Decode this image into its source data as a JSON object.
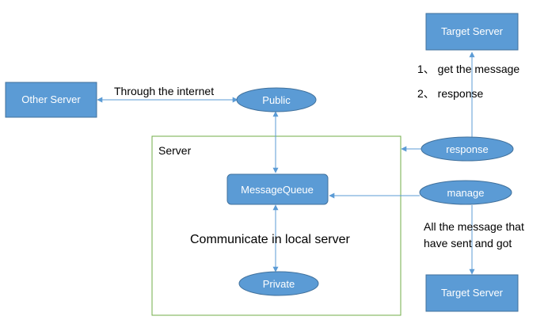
{
  "colors": {
    "node_fill": "#5b9bd5",
    "node_stroke": "#41719c",
    "arrow": "#5b9bd5",
    "server_border": "#70ad47"
  },
  "nodes": {
    "other_server": "Other Server",
    "target_server_top": "Target Server",
    "target_server_bottom": "Target Server",
    "public": "Public",
    "message_queue": "MessageQueue",
    "private": "Private",
    "response": "response",
    "manage": "manage"
  },
  "labels": {
    "server": "Server",
    "through_internet": "Through the internet",
    "step1": "1、 get the message",
    "step2": "2、 response",
    "communicate_local": "Communicate in local server",
    "all_message_line1": "All the message that",
    "all_message_line2": "have sent and got"
  }
}
